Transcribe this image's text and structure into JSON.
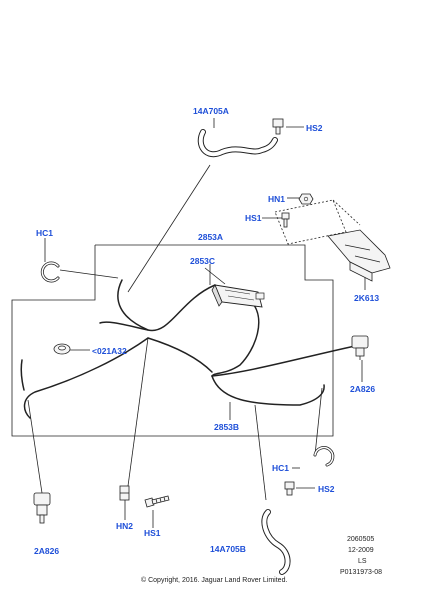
{
  "style": {
    "callout_color": "#1e4fd8",
    "line_color": "#222222",
    "part_fill": "#f4f4f4"
  },
  "labels": {
    "hose_top": "14A705A",
    "hs2_top": "HS2",
    "hn1": "HN1",
    "hs1_top": "HS1",
    "hc1_left": "HC1",
    "cable_a": "2853A",
    "module": "2853C",
    "bracket": "2K613",
    "grommet": "<021A32",
    "sensor_right": "2A826",
    "cable_b": "2853B",
    "hc1_right": "HC1",
    "hs2_bottom": "HS2",
    "hn2": "HN2",
    "hs1_bottom": "HS1",
    "hose_bottom": "14A705B",
    "sensor_left": "2A826"
  },
  "footer": {
    "ref": "2060505",
    "date": "12-2009",
    "ls": "LS",
    "part_ref": "P0131973-08",
    "copyright": "© Copyright, 2016. Jaguar Land Rover Limited."
  }
}
